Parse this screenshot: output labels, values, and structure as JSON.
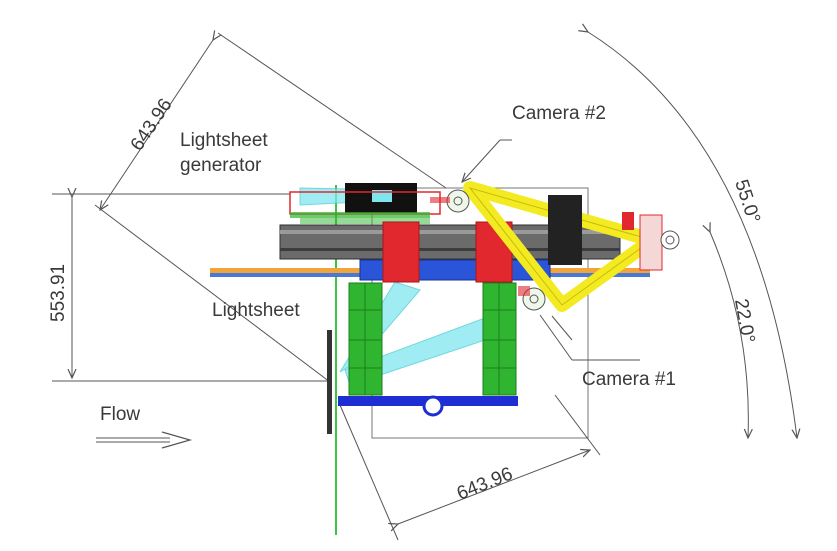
{
  "labels": {
    "lightsheet_generator_line1": "Lightsheet",
    "lightsheet_generator_line2": "generator",
    "lightsheet": "Lightsheet",
    "camera2": "Camera #2",
    "camera1": "Camera #1",
    "flow": "Flow"
  },
  "dimensions": {
    "dim_top": "643.96",
    "dim_left": "553.91",
    "dim_bottom": "643.96",
    "angle_outer": "55.0°",
    "angle_inner": "22.0°"
  },
  "colors": {
    "frame_red": "#e0282e",
    "rail_blue": "#2a55d8",
    "mount_green": "#2fb52f",
    "beam_yellow": "#f3ea21",
    "sheet_cyan": "#7fe6ef",
    "base_blue": "#1d2fd2",
    "flow_line": "#3ec43e",
    "laser_box": "#111111"
  }
}
